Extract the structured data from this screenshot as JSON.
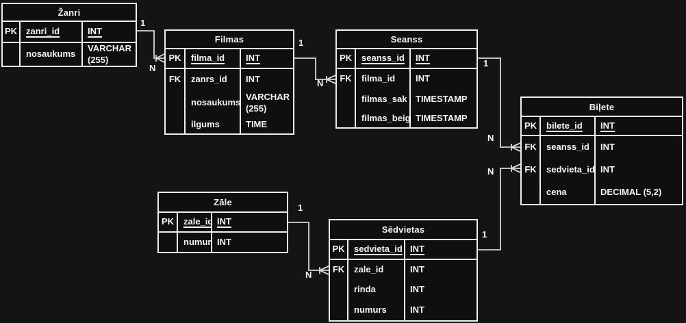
{
  "theme": {
    "bg": "#141414",
    "cell": "#0f0f0f",
    "border": "#efefef",
    "text": "#f5f5f5",
    "line": "#d6d6d6"
  },
  "diagram_type": "entity-relationship",
  "tables": [
    {
      "name": "Žanri",
      "rows": [
        {
          "key": "PK",
          "field": "zanri_id",
          "type": "INT"
        },
        {
          "key": "",
          "field": "nosaukums",
          "type": "VARCHAR (255)"
        }
      ]
    },
    {
      "name": "Filmas",
      "rows": [
        {
          "key": "PK",
          "field": "filma_id",
          "type": "INT"
        },
        {
          "key": "FK",
          "field": "zanrs_id",
          "type": "INT"
        },
        {
          "key": "",
          "field": "nosaukums",
          "type": "VARCHAR (255)"
        },
        {
          "key": "",
          "field": "ilgums",
          "type": "TIME"
        }
      ]
    },
    {
      "name": "Seanss",
      "rows": [
        {
          "key": "PK",
          "field": "seanss_id",
          "type": "INT"
        },
        {
          "key": "FK",
          "field": "filma_id",
          "type": "INT"
        },
        {
          "key": "",
          "field": "filmas_sak",
          "type": "TIMESTAMP"
        },
        {
          "key": "",
          "field": "filmas_beig",
          "type": "TIMESTAMP"
        }
      ]
    },
    {
      "name": "Biļete",
      "rows": [
        {
          "key": "PK",
          "field": "bilete_id",
          "type": "INT"
        },
        {
          "key": "FK",
          "field": "seanss_id",
          "type": "INT"
        },
        {
          "key": "FK",
          "field": "sedvieta_id",
          "type": "INT"
        },
        {
          "key": "",
          "field": "cena",
          "type": "DECIMAL (5,2)"
        }
      ]
    },
    {
      "name": "Zāle",
      "rows": [
        {
          "key": "PK",
          "field": "zale_id",
          "type": "INT"
        },
        {
          "key": "",
          "field": "numurs",
          "type": "INT"
        }
      ]
    },
    {
      "name": "Sēdvietas",
      "rows": [
        {
          "key": "PK",
          "field": "sedvieta_id",
          "type": "INT"
        },
        {
          "key": "FK",
          "field": "zale_id",
          "type": "INT"
        },
        {
          "key": "",
          "field": "rinda",
          "type": "INT"
        },
        {
          "key": "",
          "field": "numurs",
          "type": "INT"
        }
      ]
    }
  ],
  "relationships": [
    {
      "from": "Žanri",
      "to": "Filmas",
      "one_label": "1",
      "many_label": "N"
    },
    {
      "from": "Filmas",
      "to": "Seanss",
      "one_label": "1",
      "many_label": "N"
    },
    {
      "from": "Seanss",
      "to": "Biļete",
      "one_label": "1",
      "many_label": "N"
    },
    {
      "from": "Sēdvietas",
      "to": "Biļete",
      "one_label": "1",
      "many_label": "N"
    },
    {
      "from": "Zāle",
      "to": "Sēdvietas",
      "one_label": "1",
      "many_label": "N"
    }
  ]
}
